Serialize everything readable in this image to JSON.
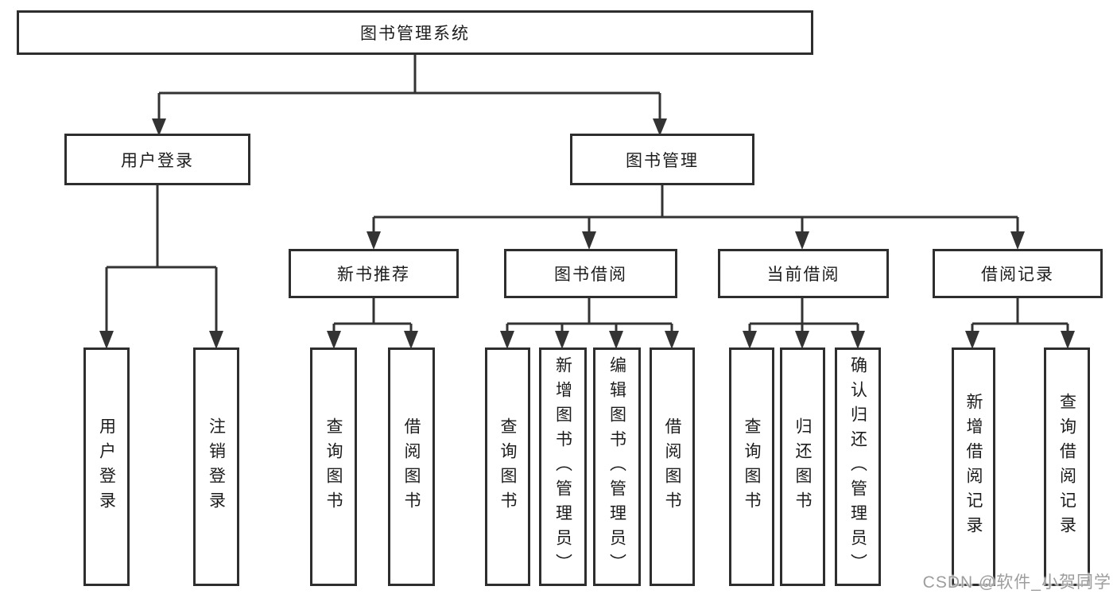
{
  "diagram": {
    "root": {
      "label": "图书管理系统"
    },
    "level2": {
      "user_login": {
        "label": "用户登录"
      },
      "book_management": {
        "label": "图书管理"
      }
    },
    "level3": {
      "new_book_recommend": {
        "label": "新书推荐"
      },
      "book_borrow": {
        "label": "图书借阅"
      },
      "current_borrow": {
        "label": "当前借阅"
      },
      "borrow_records": {
        "label": "借阅记录"
      }
    },
    "leaves": {
      "user_login": {
        "label": "用户登录"
      },
      "logout": {
        "label": "注销登录"
      },
      "recommend_query_books": {
        "label": "查询图书"
      },
      "recommend_borrow_books": {
        "label": "借阅图书"
      },
      "borrow_query_books": {
        "label": "查询图书"
      },
      "borrow_add_books": {
        "label": "新增图书（管理员）"
      },
      "borrow_edit_books": {
        "label": "编辑图书（管理员）"
      },
      "borrow_borrow_books": {
        "label": "借阅图书"
      },
      "current_query_books": {
        "label": "查询图书"
      },
      "current_return_books": {
        "label": "归还图书"
      },
      "current_confirm_return": {
        "label": "确认归还（管理员）"
      },
      "records_add_record": {
        "label": "新增借阅记录"
      },
      "records_query_record": {
        "label": "查询借阅记录"
      }
    }
  },
  "watermark": {
    "text": "CSDN @软件_小贺同学"
  },
  "colors": {
    "line": "#333333",
    "border": "#2e2e2e",
    "text": "#1c1c1c",
    "watermark": "#9d9d9d",
    "background": "#ffffff"
  }
}
